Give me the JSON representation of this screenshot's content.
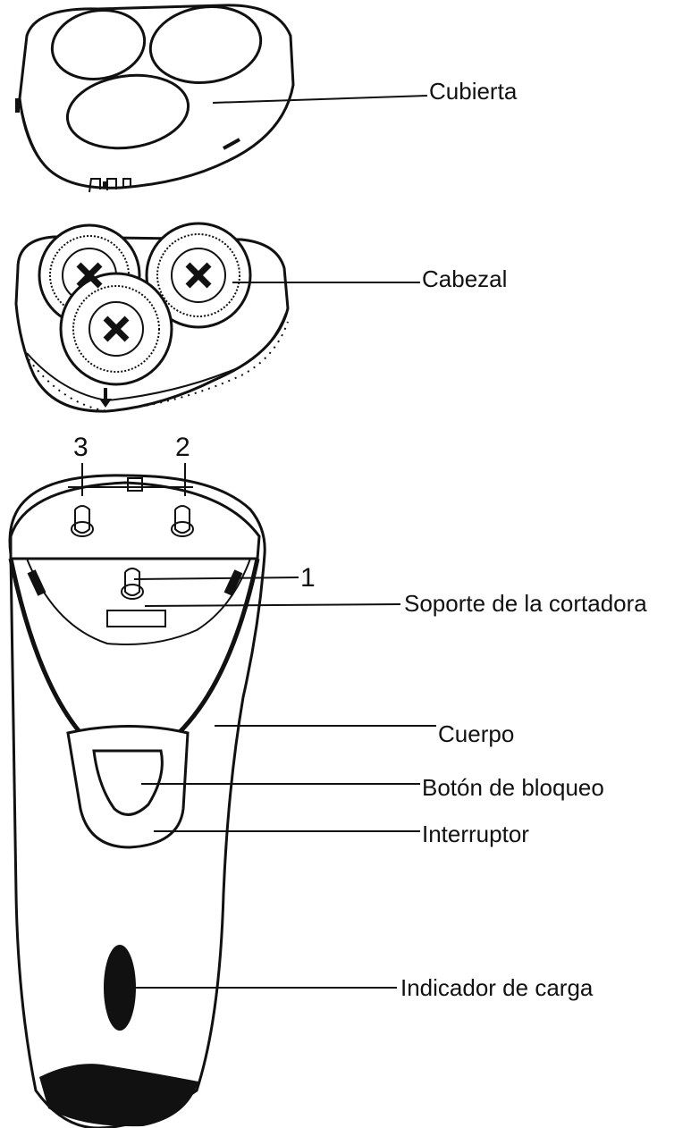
{
  "labels": {
    "cover": "Cubierta",
    "head": "Cabezal",
    "holder": "Soporte de la cortadora",
    "body": "Cuerpo",
    "lock": "Botón de bloqueo",
    "switch": "Interruptor",
    "charge": "Indicador de carga"
  },
  "numbers": {
    "n1": "1",
    "n2": "2",
    "n3": "3"
  }
}
